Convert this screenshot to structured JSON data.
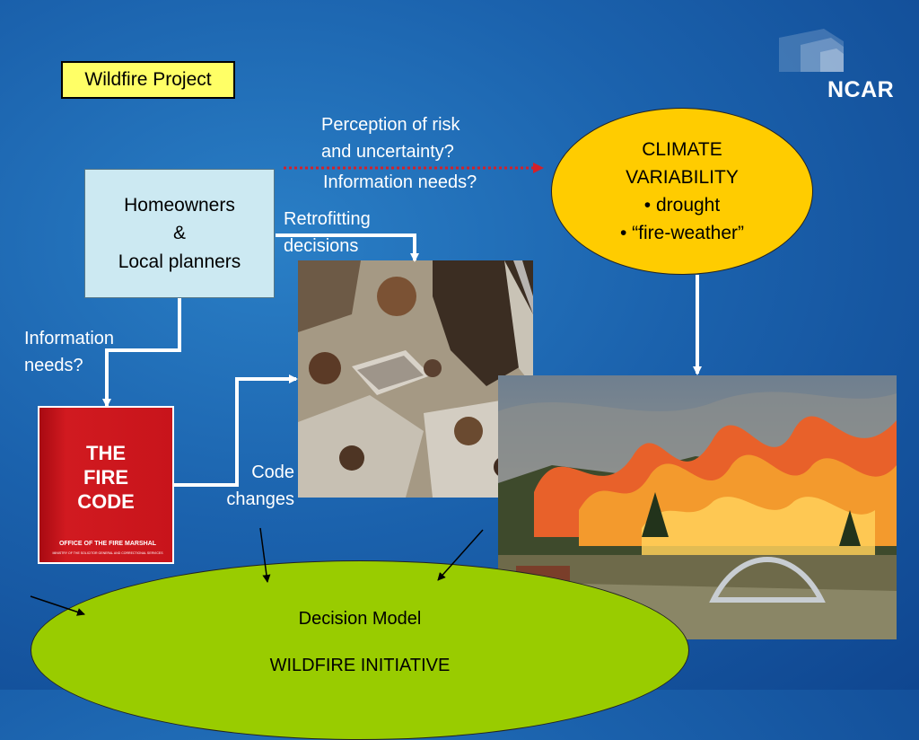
{
  "title": "Wildfire Project",
  "logo": {
    "text": "NCAR"
  },
  "homeowners_box": {
    "lines": [
      "Homeowners",
      "&",
      "Local planners"
    ]
  },
  "climate_box": {
    "lines": [
      "CLIMATE",
      "VARIABILITY",
      "• drought",
      "• “fire-weather”"
    ]
  },
  "labels": {
    "perception_1": "Perception of risk",
    "perception_2": "and uncertainty?",
    "info_needs_top": "Information needs?",
    "retrofitting_1": "Retrofitting",
    "retrofitting_2": "decisions",
    "info_needs_left_1": "Information",
    "info_needs_left_2": "needs?",
    "code_changes_1": "Code",
    "code_changes_2": "changes"
  },
  "fire_code_book": {
    "title": "THE\nFIRE\nCODE",
    "office": "OFFICE OF THE FIRE MARSHAL",
    "ministry": "MINISTRY OF THE SOLICITOR GENERAL AND CORRECTIONAL SERVICES"
  },
  "decision_model": {
    "line1": "Decision Model",
    "line2": "WILDFIRE INITIATIVE"
  },
  "colors": {
    "background": "#1b62ad",
    "title_box": "#ffff66",
    "homeowners_box": "#cce9f2",
    "climate_ellipse": "#ffcc00",
    "decision_ellipse": "#99cc00",
    "dotted_arrow": "#d4202a",
    "book": "#c8141b"
  }
}
